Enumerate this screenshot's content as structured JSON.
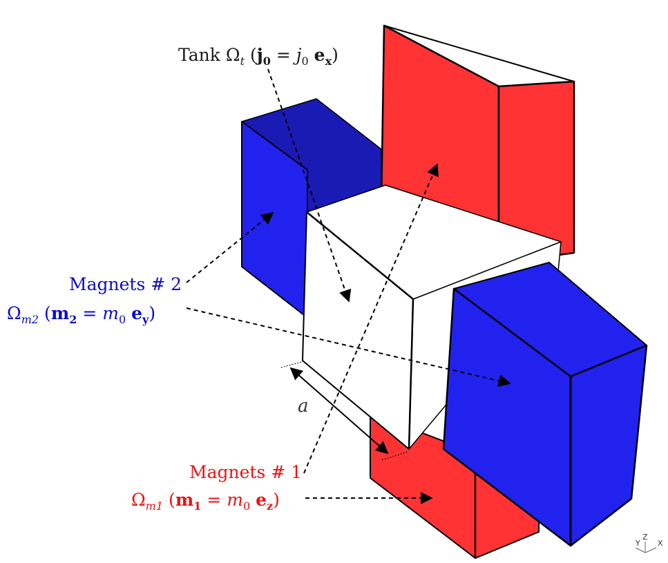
{
  "labels": {
    "tank": {
      "word": "Tank",
      "omega": "Ω",
      "omega_sub": "t",
      "open": "(",
      "vec": "j",
      "vec_sub": "0",
      "eq": " = ",
      "coef": "j",
      "coef_sub": "0",
      "basis": "e",
      "basis_sub": "x",
      "close": ")"
    },
    "magnets2": {
      "title": "Magnets # 2",
      "omega": "Ω",
      "omega_sub": "m2",
      "open": "(",
      "vec": "m",
      "vec_sub": "2",
      "eq": " = ",
      "coef": "m",
      "coef_sub": "0",
      "basis": "e",
      "basis_sub": "y",
      "close": ")"
    },
    "magnets1": {
      "title": "Magnets # 1",
      "omega": "Ω",
      "omega_sub": "m1",
      "open": "(",
      "vec": "m",
      "vec_sub": "1",
      "eq": " = ",
      "coef": "m",
      "coef_sub": "0",
      "basis": "e",
      "basis_sub": "z",
      "close": ")"
    },
    "dimension": "a"
  },
  "axes": {
    "y": "Y",
    "z": "Z",
    "x": "X"
  },
  "colors": {
    "red": "#ff3333",
    "blue": "#2222ee",
    "tank": "#ffffff",
    "edge": "#000000",
    "label_blue": "#0a0acc",
    "label_red": "#ee1111"
  }
}
